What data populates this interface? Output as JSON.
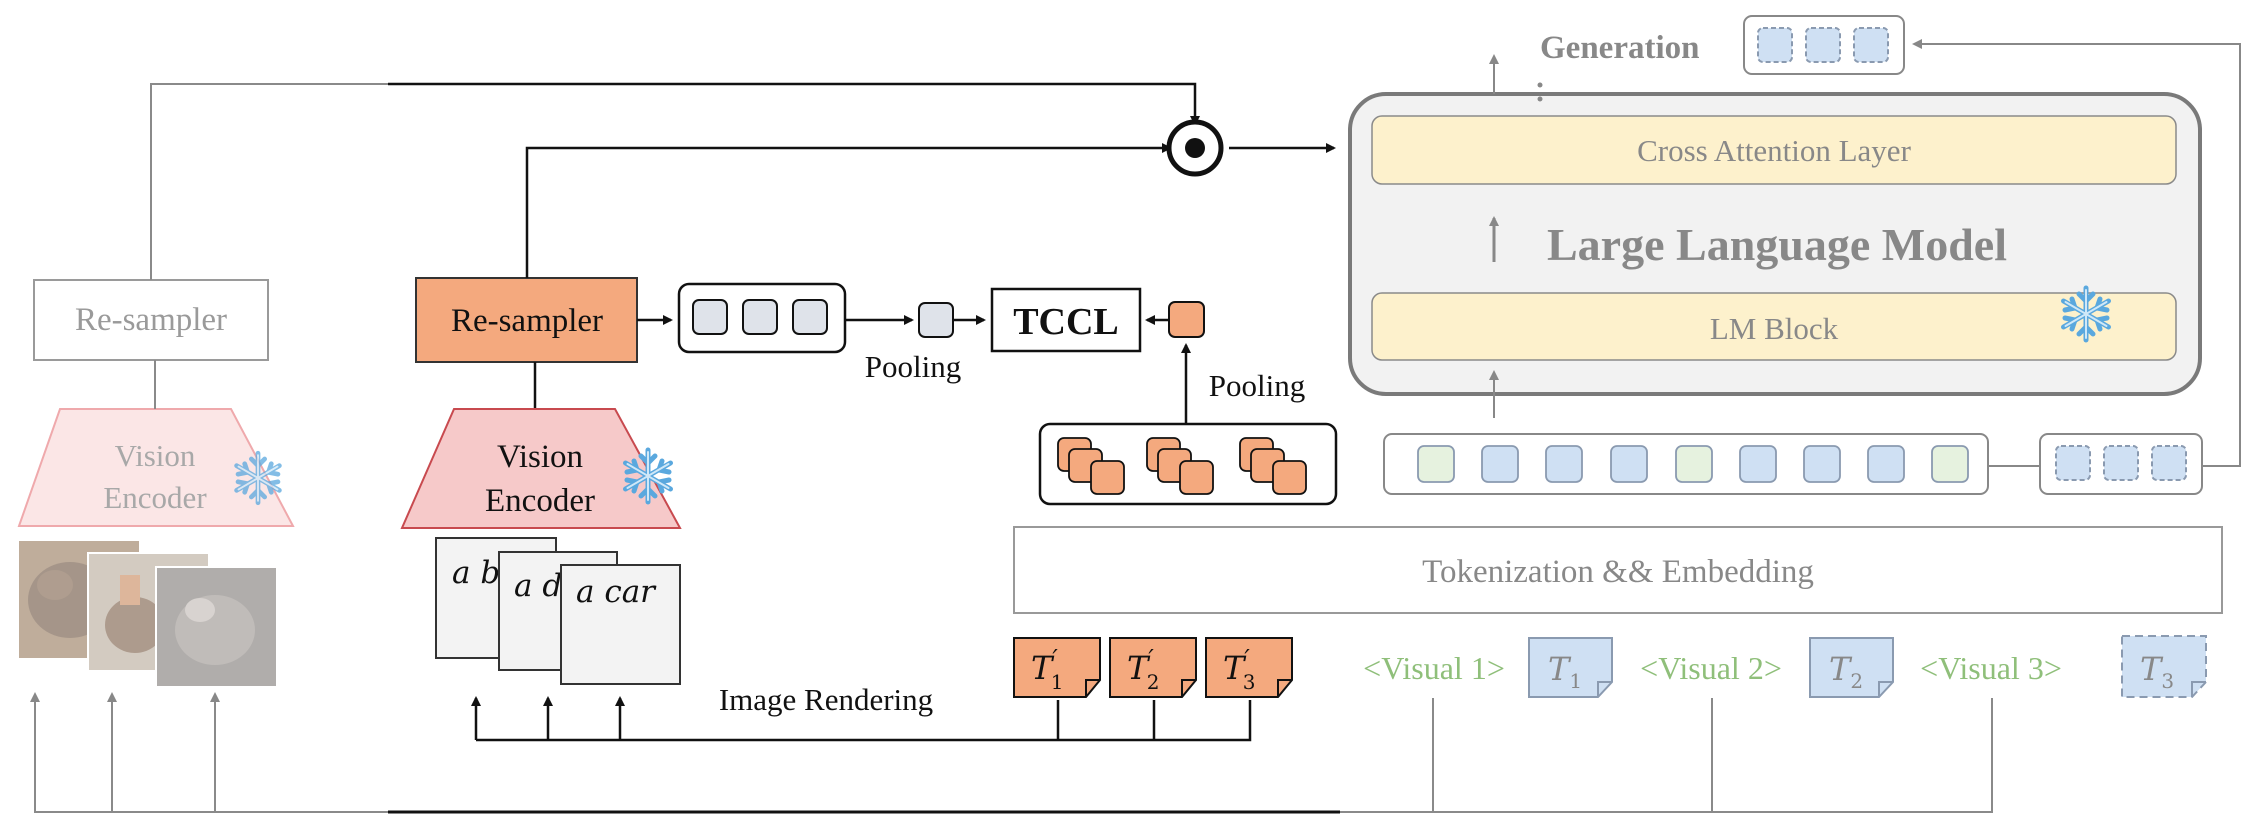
{
  "left_branch": {
    "resampler_label": "Re-sampler",
    "encoder_line1": "Vision",
    "encoder_line2": "Encoder"
  },
  "mid_branch": {
    "resampler_label": "Re-sampler",
    "encoder_line1": "Vision",
    "encoder_line2": "Encoder",
    "rendered_texts": [
      "a b",
      "a d",
      "a car"
    ],
    "image_rendering_label": "Image Rendering"
  },
  "tccl": {
    "label": "TCCL",
    "pooling_left": "Pooling",
    "pooling_right": "Pooling"
  },
  "prime_tokens": [
    {
      "base": "T",
      "sub": "1",
      "prime": "′"
    },
    {
      "base": "T",
      "sub": "2",
      "prime": "′"
    },
    {
      "base": "T",
      "sub": "3",
      "prime": "′"
    }
  ],
  "llm": {
    "generation_label": "Generation",
    "cross_attention_label": "Cross Attention Layer",
    "title": "Large Language Model",
    "lm_block_label": "LM Block"
  },
  "tokenization_label": "Tokenization && Embedding",
  "sequence": {
    "visual1": "<Visual 1>",
    "t1": {
      "base": "T",
      "sub": "1"
    },
    "visual2": "<Visual 2>",
    "t2": {
      "base": "T",
      "sub": "2"
    },
    "visual3": "<Visual 3>",
    "t3": {
      "base": "T",
      "sub": "3"
    }
  },
  "colors": {
    "orange": "#f4a97e",
    "pink": "#f6c9c9",
    "yellow": "#fdf1cc",
    "blue_token": "#cfe0f3",
    "green_token": "#e6f2df",
    "gray_token": "#dfe3ea",
    "visual_text": "#8fbf7a",
    "faded": "#8a8a8a"
  }
}
